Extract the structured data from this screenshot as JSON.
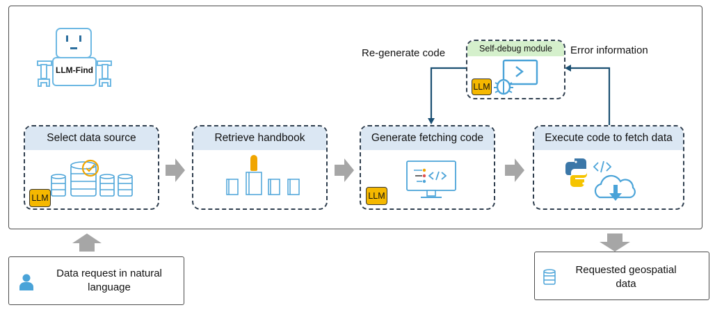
{
  "agent": {
    "name": "LLM-Find"
  },
  "steps": [
    {
      "title": "Select data source",
      "llm": "LLM"
    },
    {
      "title": "Retrieve handbook"
    },
    {
      "title": "Generate fetching code",
      "llm": "LLM"
    },
    {
      "title": "Execute code to fetch data"
    }
  ],
  "self_debug": {
    "title": "Self-debug module",
    "llm": "LLM"
  },
  "labels": {
    "regenerate": "Re-generate code",
    "error": "Error information"
  },
  "input": {
    "text": "Data request in natural language"
  },
  "output": {
    "text": "Requested geospatial data"
  },
  "colors": {
    "accent": "#1b4f72",
    "icon_blue": "#4aa3d8",
    "llm_fill": "#f5b800",
    "arrow_gray": "#a6a6a6",
    "header_blue": "#dbe7f3",
    "header_green": "#d5f0cc"
  }
}
